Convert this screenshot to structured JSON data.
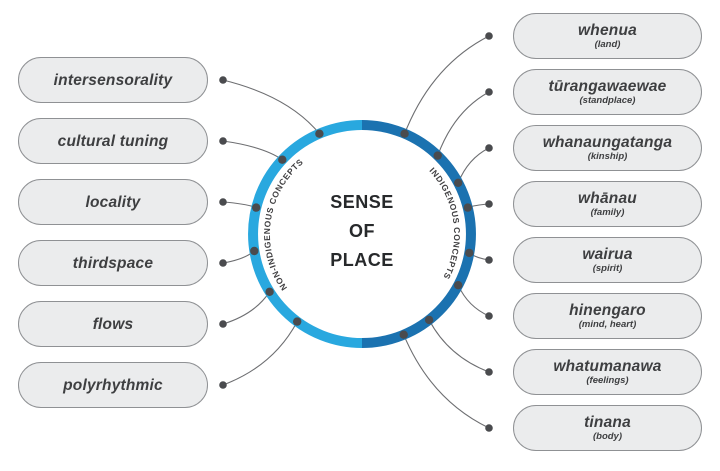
{
  "center": {
    "lines": [
      "SENSE",
      "OF",
      "PLACE"
    ]
  },
  "arcs": {
    "left_label": "NON-INDIGENOUS CONCEPTS",
    "right_label": "INDIGENOUS CONCEPTS"
  },
  "left_concepts": [
    {
      "label": "intersensorality"
    },
    {
      "label": "cultural tuning"
    },
    {
      "label": "locality"
    },
    {
      "label": "thirdspace"
    },
    {
      "label": "flows"
    },
    {
      "label": "polyrhythmic"
    }
  ],
  "right_concepts": [
    {
      "label": "whenua",
      "gloss": "(land)"
    },
    {
      "label": "tūrangawaewae",
      "gloss": "(standplace)"
    },
    {
      "label": "whanaungatanga",
      "gloss": "(kinship)"
    },
    {
      "label": "whānau",
      "gloss": "(family)"
    },
    {
      "label": "wairua",
      "gloss": "(spirit)"
    },
    {
      "label": "hinengaro",
      "gloss": "(mind, heart)"
    },
    {
      "label": "whatumanawa",
      "gloss": "(feelings)"
    },
    {
      "label": "tinana",
      "gloss": "(body)"
    }
  ],
  "colors": {
    "ring_left": "#29A8DF",
    "ring_right": "#1B72B0",
    "pill_fill": "#EBECED",
    "pill_border": "#8F9194",
    "connector": "#6D6E71",
    "dot": "#4A4B4E",
    "text": "#3E3F41"
  }
}
